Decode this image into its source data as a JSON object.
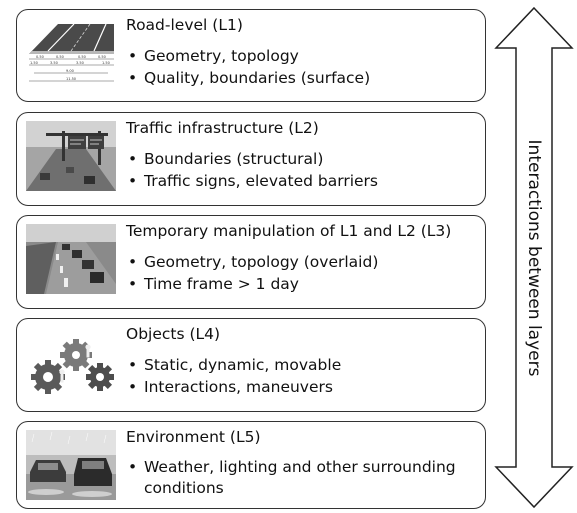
{
  "layers": [
    {
      "title": "Road-level (L1)",
      "bullets": [
        "Geometry, topology",
        "Quality, boundaries (surface)"
      ]
    },
    {
      "title": "Traffic infrastructure (L2)",
      "bullets": [
        "Boundaries (structural)",
        "Traffic signs, elevated barriers"
      ]
    },
    {
      "title": "Temporary manipulation of L1 and L2 (L3)",
      "bullets": [
        "Geometry, topology (overlaid)",
        "Time frame > 1 day"
      ]
    },
    {
      "title": "Objects (L4)",
      "bullets": [
        "Static, dynamic, movable",
        "Interactions, maneuvers"
      ]
    },
    {
      "title": "Environment (L5)",
      "bullets": [
        "Weather, lighting and other surrounding conditions"
      ]
    }
  ],
  "side_arrow": {
    "label": "Interactions between layers"
  },
  "road_dims": {
    "top": [
      "0.50",
      "0.50",
      "0.50",
      "0.50"
    ],
    "mid": [
      "1.50",
      "3.50",
      "3.50",
      "1.50"
    ],
    "lower": "9.00",
    "bottom": "11.50"
  }
}
